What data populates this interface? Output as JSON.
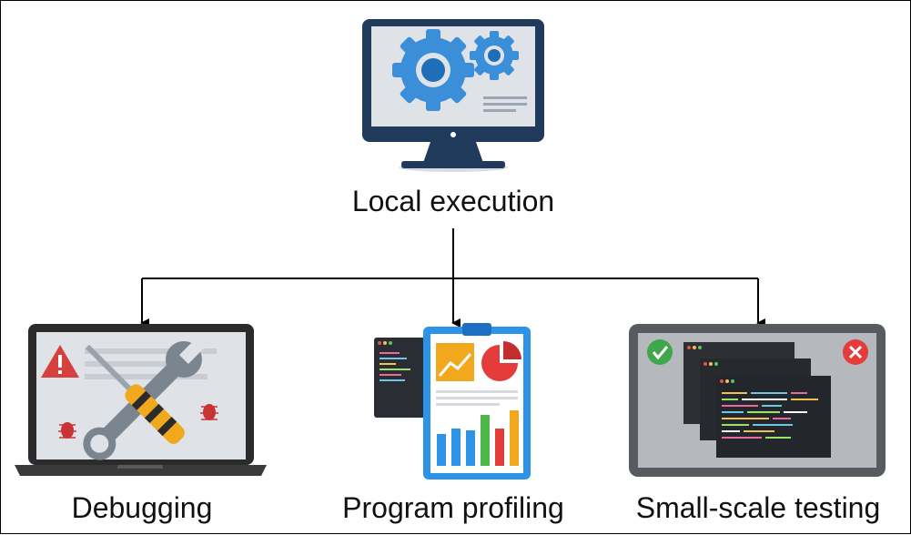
{
  "diagram": {
    "root": {
      "label": "Local execution",
      "icon": "monitor-gears-icon"
    },
    "children": [
      {
        "label": "Debugging",
        "icon": "laptop-wrench-screwdriver-icon"
      },
      {
        "label": "Program profiling",
        "icon": "clipboard-charts-icon"
      },
      {
        "label": "Small-scale testing",
        "icon": "tablet-code-windows-icon"
      }
    ]
  },
  "colors": {
    "gear": "#3b8ed8",
    "monitor": "#1f3a5a",
    "accent_yellow": "#f2a81d",
    "accent_red": "#e43b3b",
    "accent_green": "#3fa64a",
    "bar_blue": "#2d93e8",
    "bar_green": "#4db849"
  }
}
